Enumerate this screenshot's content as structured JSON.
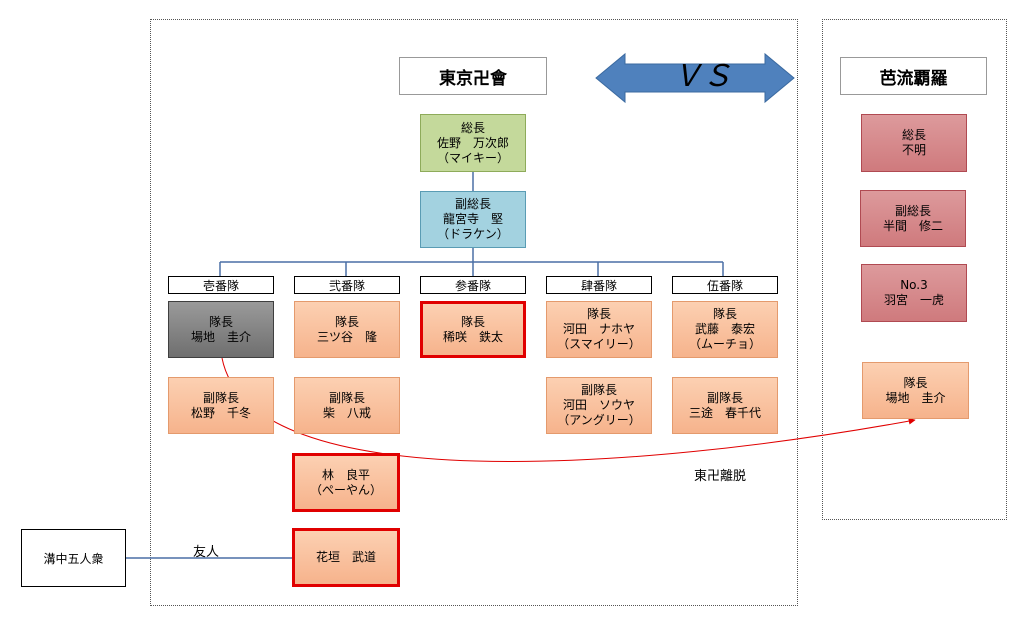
{
  "tokyo": {
    "title": "東京卍會",
    "leader": "総長\n佐野　万次郎\n（マイキー）",
    "vice": "副総長\n龍宮寺　堅\n（ドラケン）",
    "divisions": [
      {
        "name": "壱番隊",
        "captain": "隊長\n場地　圭介",
        "vice": "副隊長\n松野　千冬"
      },
      {
        "name": "弐番隊",
        "captain": "隊長\n三ツ谷　隆",
        "vice": "副隊長\n柴　八戒"
      },
      {
        "name": "参番隊",
        "captain": "隊長\n稀咲　鉄太"
      },
      {
        "name": "肆番隊",
        "captain": "隊長\n河田　ナホヤ\n（スマイリー）",
        "vice": "副隊長\n河田　ソウヤ\n（アングリー）"
      },
      {
        "name": "伍番隊",
        "captain": "隊長\n武藤　泰宏\n（ムーチョ）",
        "vice": "副隊長\n三途　春千代"
      }
    ],
    "member_hayashi": "林　良平\n（ぺーやん）",
    "member_hanagaki": "花垣　武道"
  },
  "vs": "ＶＳ",
  "basara": {
    "title": "芭流覇羅",
    "leader": "総長\n不明",
    "vice": "副総長\n半間　修二",
    "no3": "No.3\n羽宮　一虎",
    "captain": "隊長\n場地　圭介"
  },
  "external": {
    "group": "溝中五人衆",
    "friend_label": "友人"
  },
  "defection_label": "東卍離脱",
  "colors": {
    "arrow": "#4f81bd",
    "line": "#4a6fa5",
    "red": "#e00000"
  }
}
